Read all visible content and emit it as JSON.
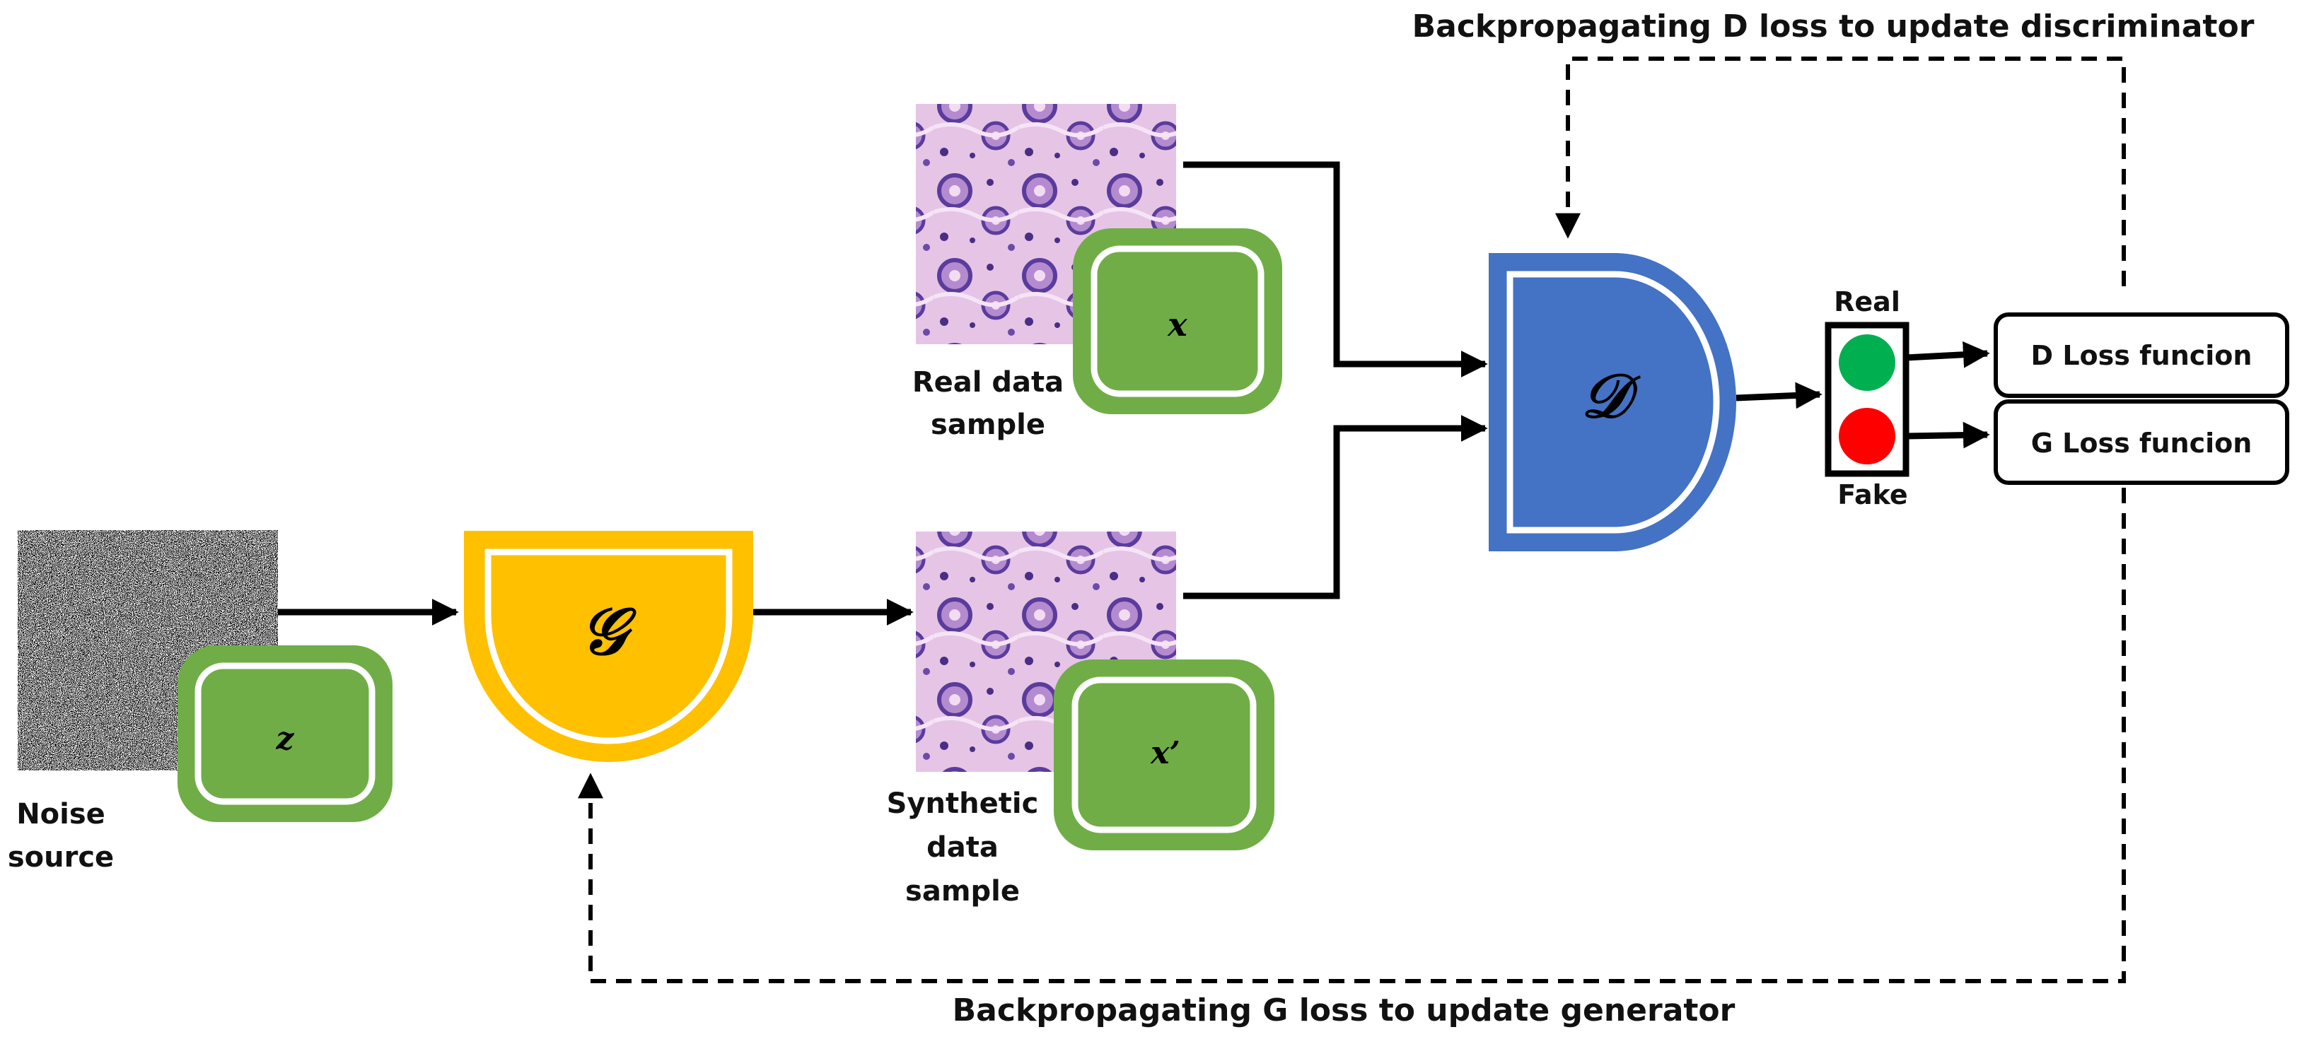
{
  "nodes": {
    "noise": {
      "label_line1": "Noise",
      "label_line2": "source",
      "var": "z"
    },
    "generator": {
      "symbol": "𝒢"
    },
    "real_sample": {
      "label_line1": "Real data",
      "label_line2": "sample",
      "var": "x"
    },
    "synthetic_sample": {
      "label_line1": "Synthetic",
      "label_line2": "data",
      "label_line3": "sample",
      "var": "x’"
    },
    "discriminator": {
      "symbol": "𝒟"
    },
    "classifier": {
      "real_label": "Real",
      "fake_label": "Fake"
    },
    "d_loss": {
      "label": "D Loss funcion"
    },
    "g_loss": {
      "label": "G Loss funcion"
    }
  },
  "feedback": {
    "top": "Backpropagating D loss to update discriminator",
    "bottom": "Backpropagating G loss to update generator"
  },
  "colors": {
    "green_box": "#70AD47",
    "generator": "#FFC000",
    "discriminator": "#4472C4",
    "real_light": "#00B050",
    "fake_light": "#FF0000",
    "tissue_bg": "#E8C6E8",
    "tissue_nucleus": "#5A3C9C"
  },
  "icons": [
    "noise-texture",
    "tissue-image",
    "traffic-light-icon"
  ]
}
